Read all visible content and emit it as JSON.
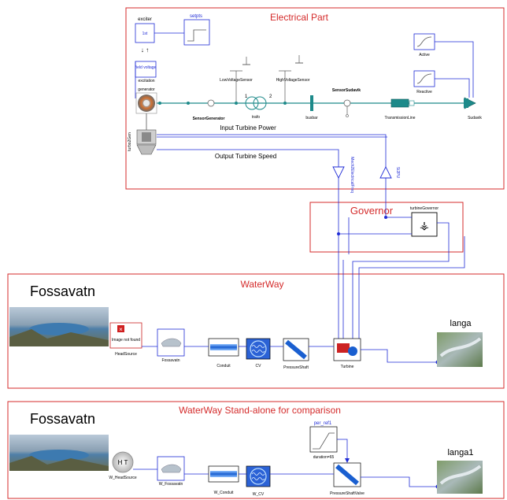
{
  "sections": {
    "electrical": "Electrical Part",
    "governor": "Governor",
    "waterway": "WaterWay",
    "standalone": "WaterWay Stand-alone for comparison"
  },
  "lakes": {
    "top_title": "Fossavatn",
    "bottom_title": "Fossavatn",
    "outlet_top": "langa",
    "outlet_bottom": "langa1"
  },
  "electrical": {
    "exciter": "exciter",
    "exciter_block": "1st",
    "setpts": "setpts",
    "field_voltage": "field voltage",
    "excitation": "excitation",
    "generator": "generator",
    "turbo_gen": "turbo2Gen",
    "sensor_generator": "SensorGenerator",
    "low_voltage_sensor": "LowVoltageSensor",
    "high_voltage_sensor": "HighVoltageSensor",
    "trafo": "trafo",
    "trafo_1": "1",
    "trafo_2": "2",
    "busbar": "busbar",
    "sensor_sudavik": "SensorSudavik",
    "transmission_line": "TransmissionLine",
    "sudavik": "Sudavik",
    "active": "Active",
    "reactive": "Reactive",
    "input_turbine_power": "Input Turbine Power",
    "output_turbine_speed": "Output Turbine Speed",
    "mech_to_elec": "Mech2ElectricalFreq",
    "si2pu": "Si2PU"
  },
  "governor": {
    "turbine_governor": "turbineGovernor"
  },
  "waterway": {
    "head_source": "HeadSource",
    "image_missing": "Image not found",
    "fossavatn": "Fossavatn",
    "conduit": "Conduit",
    "cv": "CV",
    "pressure_shaft": "PressureShaft",
    "turbine": "Turbine"
  },
  "standalone": {
    "w_head_source": "W_HeadSource",
    "ht": "H T",
    "w_fossavatn": "W_Fossavatn",
    "w_conduit": "W_Conduit",
    "w_cv": "W_CV",
    "per_ref1": "per_ref1",
    "duration": "duration=65",
    "pressure_shaft_valve": "PressureShaftValve"
  }
}
